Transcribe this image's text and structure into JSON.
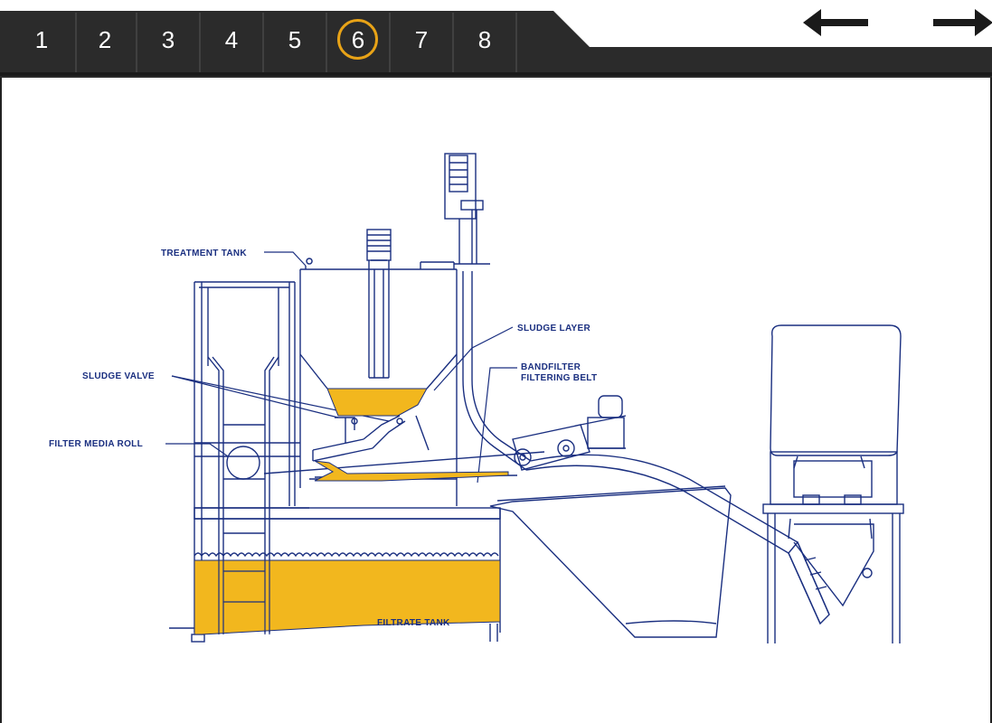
{
  "nav": {
    "steps": [
      "1",
      "2",
      "3",
      "4",
      "5",
      "6",
      "7",
      "8"
    ],
    "active_step": "6",
    "prev_icon": "arrow-left-icon",
    "next_icon": "arrow-right-icon"
  },
  "diagram": {
    "labels": {
      "treatment_tank": "TREATMENT TANK",
      "sludge_layer": "SLUDGE LAYER",
      "sludge_valve": "SLUDGE VALVE",
      "bandfilter_line1": "BANDFILTER",
      "bandfilter_line2": "FILTERING BELT",
      "filter_media_roll": "FILTER MEDIA ROLL",
      "filtrate_tank": "FILTRATE TANK"
    },
    "colors": {
      "highlight": "#f2b71e",
      "line": "#1a2f80",
      "bar": "#2b2b2b",
      "active_ring": "#e8a317"
    }
  }
}
